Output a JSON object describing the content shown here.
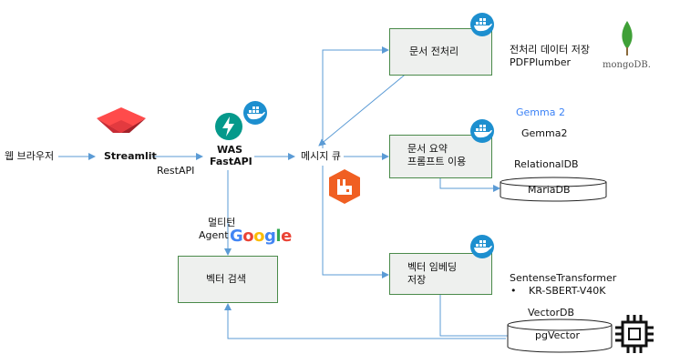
{
  "nodes": {
    "browser": "웹 브라우저",
    "streamlit": "Streamlit",
    "restapi": "RestAPI",
    "was": "WAS",
    "fastapi": "FastAPI",
    "mq": "메시지 큐",
    "multi_turn_agent": [
      "멀티턴",
      "Agent"
    ],
    "vector_search": "벡터 검색",
    "preprocess": "문서 전처리",
    "summary": [
      "문서 요약",
      "프롬프트 이용"
    ],
    "embedding": [
      "벡터 임베딩",
      "저장"
    ]
  },
  "annotations": {
    "preprocess_desc": [
      "전처리 데이터 저장",
      "PDFPlumber"
    ],
    "gemma_logo": "Gemma 2",
    "gemma": "Gemma2",
    "relational_db": "RelationalDB",
    "mariadb": "MariaDB",
    "sentence_transformer": "SentenseTransformer",
    "kr_sbert_bullet": "•",
    "kr_sbert": "KR-SBERT-V40K",
    "vector_db": "VectorDB",
    "pgvector": "pgVector",
    "mongodb": "mongoDB."
  },
  "logos": {
    "google": [
      "G",
      "o",
      "o",
      "g",
      "l",
      "e"
    ]
  },
  "colors": {
    "arrow": "#5b9bd5",
    "box_fill": "#eef0ee",
    "box_border": "#4a8a4a",
    "docker": "#1d8fcf",
    "streamlit": "#e33a3f",
    "fastapi": "#05998b",
    "rabbitmq": "#f05f22",
    "mongodb": "#3fa037",
    "google_blue": "#4285f4",
    "google_red": "#ea4335",
    "google_yellow": "#fbbc05",
    "google_green": "#34a853"
  },
  "icons": [
    "streamlit-logo-icon",
    "fastapi-logo-icon",
    "docker-icon",
    "rabbitmq-icon",
    "google-logo",
    "mongodb-leaf-icon",
    "cpu-chip-icon",
    "database-cylinder-icon"
  ]
}
